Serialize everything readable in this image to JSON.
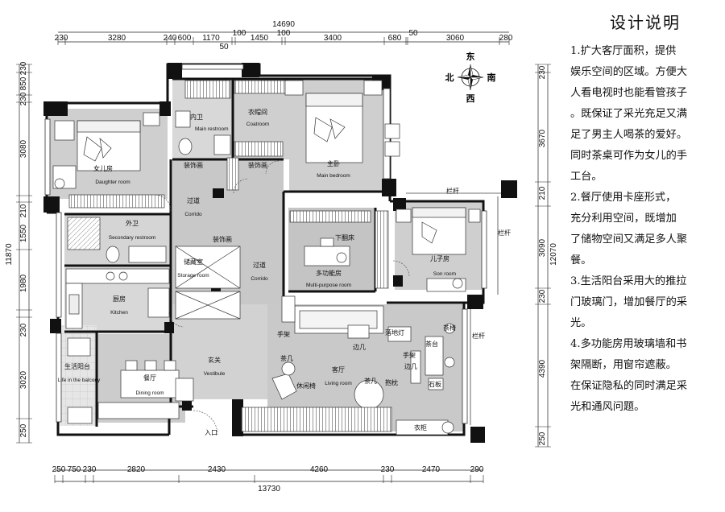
{
  "dimensions": {
    "top_total": "14690",
    "top": [
      "230",
      "3280",
      "240",
      "600",
      "1170",
      "100",
      "50",
      "1450",
      "100",
      "3400",
      "680",
      "50",
      "3060",
      "280"
    ],
    "bottom_total": "13730",
    "bottom": [
      "250",
      "750",
      "230",
      "2820",
      "2430",
      "4260",
      "230",
      "2470",
      "290"
    ],
    "left_total": "11870",
    "left": [
      "230",
      "850",
      "230",
      "3080",
      "210",
      "1550",
      "1980",
      "230",
      "3020",
      "250"
    ],
    "right_total": "12070",
    "right": [
      "230",
      "3670",
      "210",
      "3090",
      "230",
      "4390",
      "250"
    ]
  },
  "compass": {
    "north": "北",
    "east": "东",
    "south": "南",
    "west": "西"
  },
  "rooms": {
    "inner_bath": {
      "zh": "内卫",
      "en": "Main restroom"
    },
    "coatroom": {
      "zh": "衣帽间",
      "en": "Coatroom"
    },
    "master": {
      "zh": "主卧",
      "en": "Main bedroom"
    },
    "daughter": {
      "zh": "女儿房",
      "en": "Daughter room"
    },
    "corridor1": {
      "zh": "过道",
      "en": "Corrido"
    },
    "corridor2": {
      "zh": "过道",
      "en": "Corrido"
    },
    "outer_bath": {
      "zh": "外卫",
      "en": "Secondary restroom"
    },
    "storage": {
      "zh": "储藏室",
      "en": "Storage room"
    },
    "multi": {
      "zh": "多功能房",
      "en": "Multi-purpose room"
    },
    "son": {
      "zh": "儿子房",
      "en": "Son room"
    },
    "kitchen": {
      "zh": "厨房",
      "en": "Kitchen"
    },
    "living": {
      "zh": "客厅",
      "en": "Living room"
    },
    "balcony": {
      "zh": "生活阳台",
      "en": "Life in the balcony"
    },
    "dining": {
      "zh": "餐厅",
      "en": "Dining room"
    },
    "vestibule": {
      "zh": "玄关",
      "en": "Vestibule"
    }
  },
  "annotations": {
    "deco1": "装饰画",
    "deco2": "装饰画",
    "deco3": "装饰画",
    "railing1": "栏杆",
    "railing2": "栏杆",
    "railing3": "栏杆",
    "folding_bed": "下翻床",
    "armrest": "手架",
    "side_table": "边几",
    "coffee_table": "茶几",
    "floor_lamp": "落地灯",
    "tea_chair": "茶椅",
    "tea_table": "茶台",
    "lounge": "休闲椅",
    "table2": "茶几",
    "bookshelf": "抱枕",
    "bench": "石板",
    "arm2": "手架",
    "side2": "边几",
    "wardrobe": "衣柜",
    "entrance": "入口"
  },
  "notes": {
    "title": "设计说明",
    "lines": [
      "1.扩大客厅面积，提供",
      "娱乐空间的区域。方便大",
      "人看电视时也能看管孩子",
      "。既保证了采光充足又满",
      "足了男主人喝茶的爱好。",
      "同时茶桌可作为女儿的手",
      "工台。",
      "2.餐厅使用卡座形式，",
      "充分利用空间，既增加",
      "了储物空间又满足多人聚",
      "餐。",
      "3.生活阳台采用大的推拉",
      "门玻璃门，增加餐厅的采",
      "光。",
      "4.多功能房用玻璃墙和书",
      "架隔断，用窗帘遮蔽。",
      "在保证隐私的同时满足采",
      "光和通风问题。"
    ]
  }
}
